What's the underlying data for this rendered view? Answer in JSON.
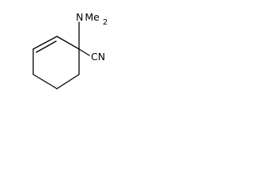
{
  "molecule": {
    "substituent_top": {
      "nitrogen": "N",
      "methyl_group": "Me",
      "count": "2"
    },
    "substituent_right": {
      "label": "CN"
    }
  }
}
